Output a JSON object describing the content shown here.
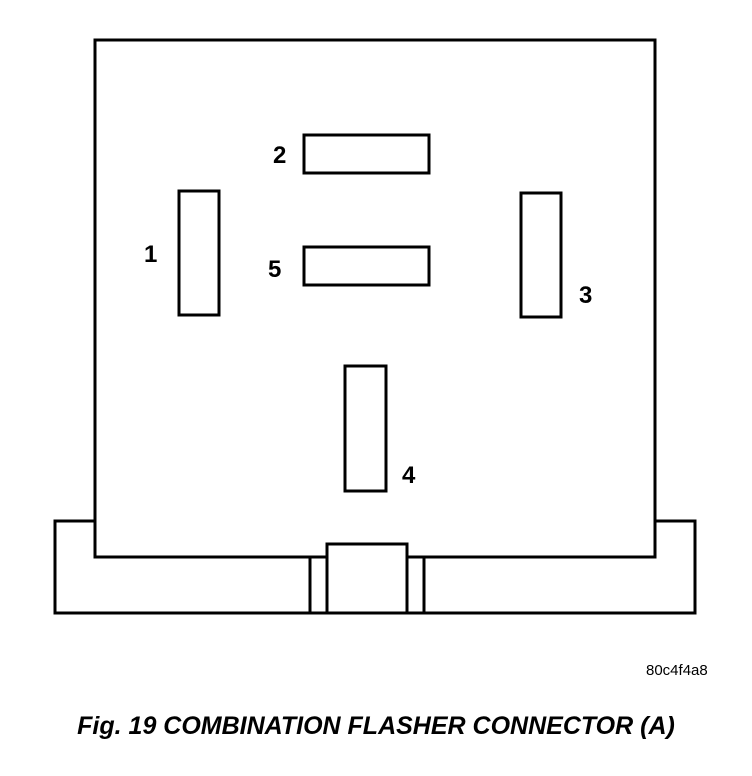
{
  "pins": [
    {
      "id": "1",
      "label": "1"
    },
    {
      "id": "2",
      "label": "2"
    },
    {
      "id": "3",
      "label": "3"
    },
    {
      "id": "4",
      "label": "4"
    },
    {
      "id": "5",
      "label": "5"
    }
  ],
  "reference_code": "80c4f4a8",
  "caption": "Fig. 19 COMBINATION FLASHER CONNECTOR (A)",
  "colors": {
    "stroke": "#000000",
    "background": "#ffffff"
  }
}
